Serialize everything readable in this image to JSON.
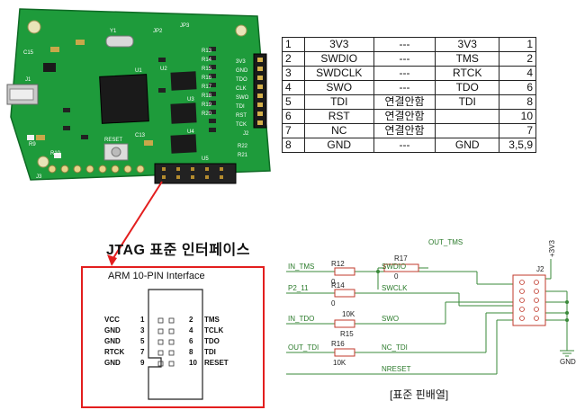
{
  "board": {
    "silkscreen": [
      "Y1",
      "JP2",
      "JP3",
      "RESET",
      "C13",
      "C15",
      "R9",
      "R10",
      "R13",
      "R14",
      "R15",
      "R16",
      "R17",
      "R18",
      "R19",
      "R20",
      "R21",
      "R22",
      "U1",
      "U2",
      "U3",
      "U4",
      "U5",
      "J3",
      "3V3",
      "GND",
      "TDO",
      "CLK",
      "SWO",
      "TDI",
      "RST",
      "TCK",
      "J2",
      "J1"
    ]
  },
  "pin_table": {
    "rows": [
      [
        "1",
        "3V3",
        "---",
        "3V3",
        "1"
      ],
      [
        "2",
        "SWDIO",
        "---",
        "TMS",
        "2"
      ],
      [
        "3",
        "SWDCLK",
        "---",
        "RTCK",
        "4"
      ],
      [
        "4",
        "SWO",
        "---",
        "TDO",
        "6"
      ],
      [
        "5",
        "TDI",
        "연결안함",
        "TDI",
        "8"
      ],
      [
        "6",
        "RST",
        "연결안함",
        "",
        "10"
      ],
      [
        "7",
        "NC",
        "연결안함",
        "",
        "7"
      ],
      [
        "8",
        "GND",
        "---",
        "GND",
        "3,5,9"
      ]
    ]
  },
  "jtag": {
    "title": "JTAG 표준 인터페이스",
    "box_title": "ARM 10-PIN Interface",
    "left_labels": [
      "VCC",
      "GND",
      "GND",
      "RTCK",
      "GND"
    ],
    "left_nums": [
      "1",
      "3",
      "5",
      "7",
      "9"
    ],
    "right_nums": [
      "2",
      "4",
      "6",
      "8",
      "10"
    ],
    "right_labels": [
      "TMS",
      "TCLK",
      "TDO",
      "TDI",
      "RESET"
    ]
  },
  "schematic": {
    "resistors": [
      "R17",
      "R12",
      "R14",
      "R15",
      "R16"
    ],
    "values": [
      "0",
      "0",
      "0",
      "10K",
      "10K"
    ],
    "nets_in": [
      "IN_TMS",
      "P2_11",
      "IN_TDO",
      "OUT_TDI"
    ],
    "nets_out": [
      "SWDIO",
      "SWCLK",
      "SWO",
      "NC_TDI",
      "NRESET",
      "OUT_TMS"
    ],
    "power": "+3V3",
    "connector": "J2",
    "ground": "GND"
  },
  "caption": "[표준 핀배열]",
  "colors": {
    "accent": "#e31e1e",
    "pcb": "#1f9a3c",
    "schematic_line": "#3a8a3a",
    "resistor": "#c0392b"
  }
}
